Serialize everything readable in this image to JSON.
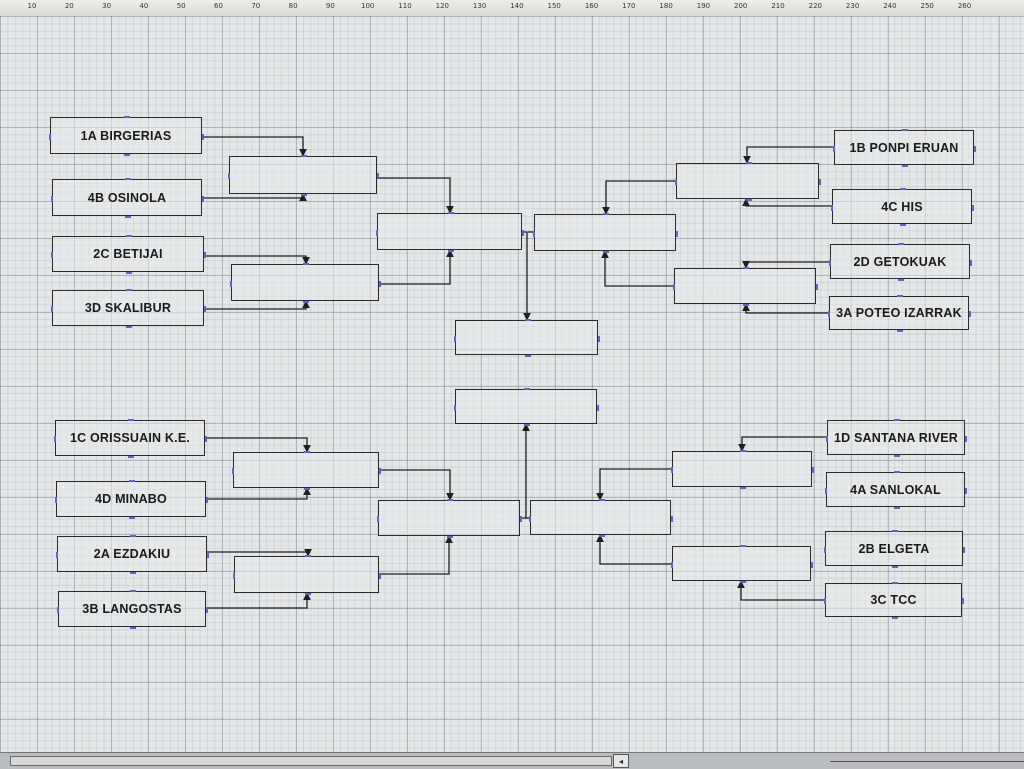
{
  "ruler": {
    "labels": [
      "10",
      "20",
      "30",
      "40",
      "50",
      "60",
      "70",
      "80",
      "90",
      "100",
      "110",
      "120",
      "130",
      "140",
      "150",
      "160",
      "170",
      "180",
      "190",
      "200",
      "210",
      "220",
      "230",
      "240",
      "250",
      "260"
    ]
  },
  "colors": {
    "line": "#1f1f1f",
    "handle": "#5a67c8"
  },
  "bracket": {
    "teams": {
      "t1a": "1A BIRGERIAS",
      "t4b": "4B OSINOLA",
      "t2c": "2C BETIJAI",
      "t3d": "3D SKALIBUR",
      "t1c": "1C ORISSUAIN K.E.",
      "t4d": "4D MINABO",
      "t2a": "2A EZDAKIU",
      "t3b": "3B LANGOSTAS",
      "t1b": "1B PONPI ERUAN",
      "t4c": "4C HIS",
      "t2d": "2D GETOKUAK",
      "t3a": "3A POTEO IZARRAK",
      "t1d": "1D SANTANA RIVER",
      "t4a": "4A SANLOKAL",
      "t2b": "2B ELGETA",
      "t3c": "3C TCC"
    }
  },
  "scrollbar": {
    "button_icon": "scroll-left-arrow-icon",
    "button_glyph": "◂"
  }
}
